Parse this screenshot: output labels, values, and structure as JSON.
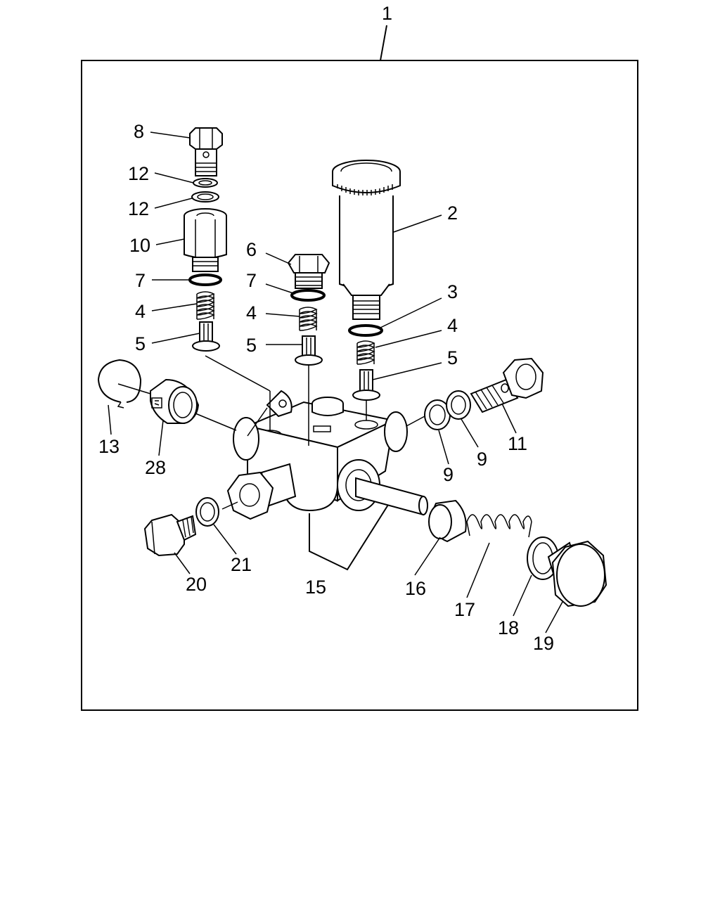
{
  "callouts": {
    "c1": "1",
    "c2": "2",
    "c3": "3",
    "c4a": "4",
    "c4b": "4",
    "c4c": "4",
    "c5a": "5",
    "c5b": "5",
    "c5c": "5",
    "c6": "6",
    "c7a": "7",
    "c7b": "7",
    "c8": "8",
    "c9a": "9",
    "c9b": "9",
    "c10": "10",
    "c11": "11",
    "c12a": "12",
    "c12b": "12",
    "c13": "13",
    "c15": "15",
    "c16": "16",
    "c17": "17",
    "c18": "18",
    "c19": "19",
    "c20": "20",
    "c21": "21",
    "c28": "28"
  },
  "colors": {
    "line": "#000000",
    "background": "#ffffff"
  },
  "icons": [
    "exploded-parts-diagram"
  ]
}
